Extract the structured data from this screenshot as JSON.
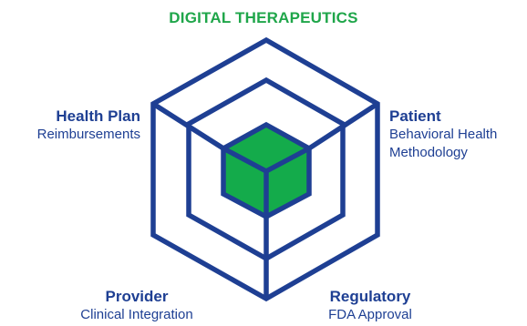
{
  "title": "DIGITAL THERAPEUTICS",
  "labels": {
    "health_plan": {
      "head": "Health Plan",
      "sub": "Reimbursements"
    },
    "patient": {
      "head": "Patient",
      "sub1": "Behavioral Health",
      "sub2": "Methodology"
    },
    "provider": {
      "head": "Provider",
      "sub": "Clinical Integration"
    },
    "regulatory": {
      "head": "Regulatory",
      "sub": "FDA Approval"
    }
  },
  "colors": {
    "title": "#1fa64a",
    "line": "#1e3f93",
    "fill": "#14ab4b",
    "heading": "#1e3f93",
    "subtext": "#1e3f93"
  },
  "icons": {
    "center": "cube-icon"
  }
}
